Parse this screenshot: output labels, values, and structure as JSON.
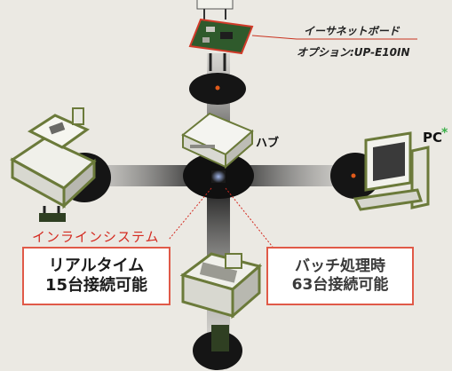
{
  "ethernet_board": {
    "title": "イーサネットボード",
    "option": "オプション:UP-E10IN"
  },
  "hub": {
    "label": "ハブ"
  },
  "pc": {
    "label": "PC",
    "mark": "*"
  },
  "inline_system": {
    "title": "インラインシステム",
    "line1": "リアルタイム",
    "line2": "15台接続可能"
  },
  "batch": {
    "line1": "バッチ処理時",
    "line2": "63台接続可能"
  },
  "colors": {
    "accent_red": "#d42a20",
    "device_frame": "#6b7a3a",
    "network_dark": "#151515"
  }
}
